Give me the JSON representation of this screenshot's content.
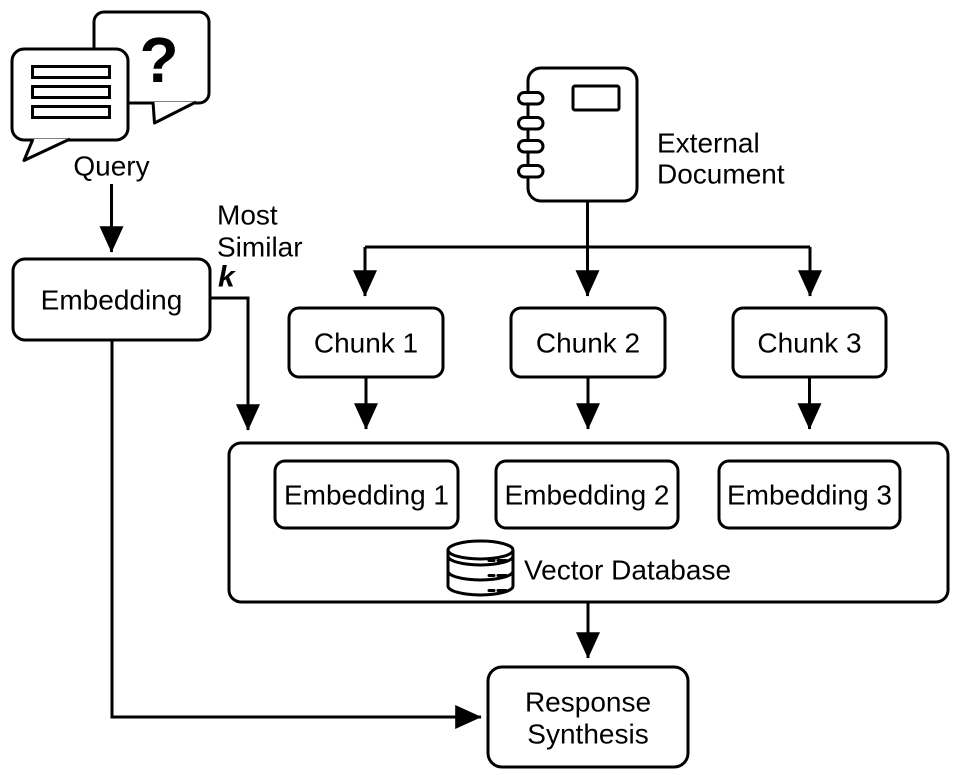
{
  "colors": {
    "ink": "#000000",
    "background": "#ffffff"
  },
  "query": {
    "label": "Query",
    "question_mark": "?",
    "icon": "chat-bubbles-icon"
  },
  "embedding_box": {
    "label": "Embedding"
  },
  "most_similar": {
    "line1": "Most",
    "line2": "Similar",
    "k_label": "k"
  },
  "external_document": {
    "line1": "External",
    "line2": "Document",
    "icon": "notebook-icon"
  },
  "chunks": [
    {
      "label": "Chunk 1"
    },
    {
      "label": "Chunk 2"
    },
    {
      "label": "Chunk 3"
    }
  ],
  "vector_database": {
    "label": "Vector Database",
    "icon": "database-cylinder-icon",
    "embeddings": [
      {
        "label": "Embedding 1"
      },
      {
        "label": "Embedding 2"
      },
      {
        "label": "Embedding 3"
      }
    ]
  },
  "response_synthesis": {
    "line1": "Response",
    "line2": "Synthesis"
  }
}
